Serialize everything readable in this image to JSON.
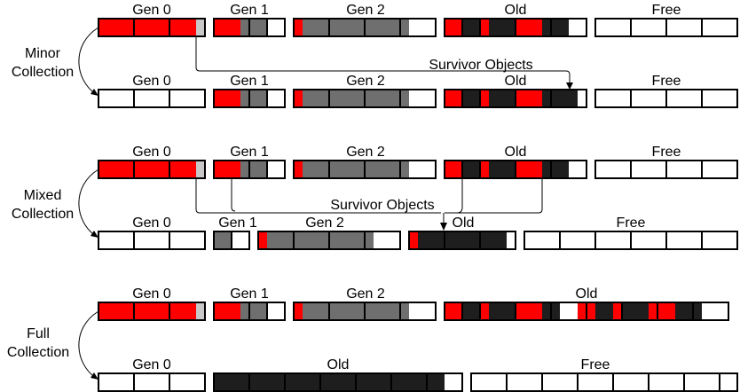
{
  "colors": {
    "red": "#ff0000",
    "gray": "#6f6f6f",
    "light_gray": "#c8c8c8",
    "black": "#1e1e1e",
    "white": "#ffffff"
  },
  "labels": {
    "gen0": "Gen 0",
    "gen1": "Gen 1",
    "gen2": "Gen 2",
    "old": "Old",
    "free": "Free",
    "survivor": "Survivor Objects"
  },
  "sections": {
    "minor": [
      "Minor",
      "Collection"
    ],
    "mixed": [
      "Mixed",
      "Collection"
    ],
    "full": [
      "Full",
      "Collection"
    ]
  }
}
